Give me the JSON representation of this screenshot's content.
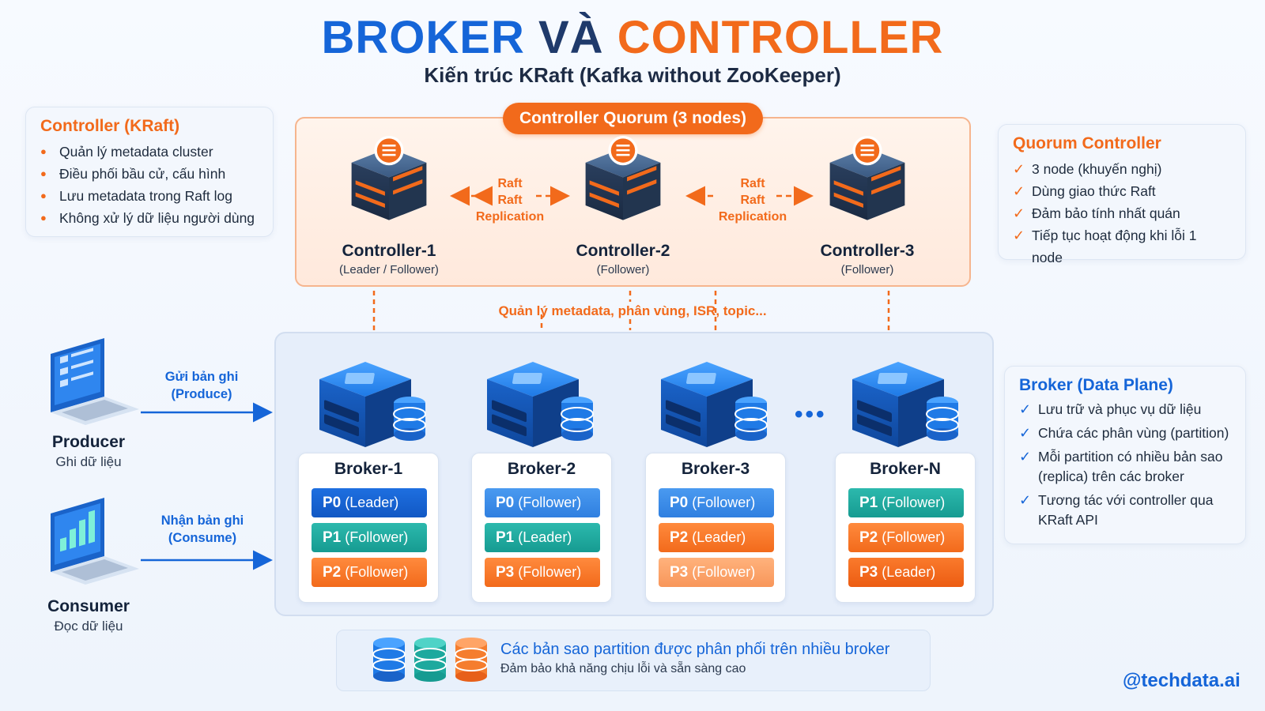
{
  "title": {
    "part1": "BROKER",
    "part2": "VÀ",
    "part3": "CONTROLLER"
  },
  "subtitle": "Kiến trúc KRaft (Kafka without ZooKeeper)",
  "controller_card": {
    "heading": "Controller (KRaft)",
    "items": [
      "Quản lý metadata cluster",
      "Điều phối bầu cử, cấu hình",
      "Lưu metadata trong Raft log",
      "Không xử lý dữ liệu người dùng"
    ]
  },
  "quorum_card": {
    "heading": "Quorum Controller",
    "items": [
      "3 node (khuyến nghị)",
      "Dùng giao thức Raft",
      "Đảm bảo tính nhất quán",
      "Tiếp tục hoạt động khi lỗi 1 node"
    ]
  },
  "broker_card": {
    "heading": "Broker (Data Plane)",
    "items": [
      "Lưu trữ và phục vụ dữ liệu",
      "Chứa các phân vùng (partition)",
      "Mỗi partition có nhiều bản sao (replica) trên các broker",
      "Tương tác với controller qua KRaft API"
    ]
  },
  "quorum": {
    "label": "Controller Quorum (3 nodes)",
    "controllers": [
      {
        "name": "Controller-1",
        "role": "(Leader / Follower)"
      },
      {
        "name": "Controller-2",
        "role": "(Follower)"
      },
      {
        "name": "Controller-3",
        "role": "(Follower)"
      }
    ],
    "raft_links": [
      {
        "line1": "Raft",
        "line2": "Raft",
        "line3": "Replication"
      },
      {
        "line1": "Raft",
        "line2": "Raft",
        "line3": "Replication"
      }
    ]
  },
  "metadata_label": "Quản lý metadata, phân vùng, ISR, topic...",
  "brokers": [
    {
      "name": "Broker-1",
      "partitions": [
        {
          "id": "P0",
          "role": "(Leader)",
          "color": "#1565d8"
        },
        {
          "id": "P1",
          "role": "(Follower)",
          "color": "#169b91"
        },
        {
          "id": "P2",
          "role": "(Follower)",
          "color": "#f26a1b"
        }
      ]
    },
    {
      "name": "Broker-2",
      "partitions": [
        {
          "id": "P0",
          "role": "(Follower)",
          "color": "#2f7fe0"
        },
        {
          "id": "P1",
          "role": "(Leader)",
          "color": "#169b91"
        },
        {
          "id": "P3",
          "role": "(Follower)",
          "color": "#f26a1b"
        }
      ]
    },
    {
      "name": "Broker-3",
      "partitions": [
        {
          "id": "P0",
          "role": "(Follower)",
          "color": "#2f7fe0"
        },
        {
          "id": "P2",
          "role": "(Leader)",
          "color": "#f26a1b"
        },
        {
          "id": "P3",
          "role": "(Follower)",
          "color": "#f8965a"
        }
      ]
    },
    {
      "name": "Broker-N",
      "partitions": [
        {
          "id": "P1",
          "role": "(Follower)",
          "color": "#169b91"
        },
        {
          "id": "P2",
          "role": "(Follower)",
          "color": "#f26a1b"
        },
        {
          "id": "P3",
          "role": "(Leader)",
          "color": "#ec5c12"
        }
      ]
    }
  ],
  "ellipsis": "•••",
  "producer": {
    "name": "Producer",
    "sub": "Ghi dữ liệu",
    "flow_line1": "Gửi bản ghi",
    "flow_line2": "(Produce)"
  },
  "consumer": {
    "name": "Consumer",
    "sub": "Đọc dữ liệu",
    "flow_line1": "Nhận bản ghi",
    "flow_line2": "(Consume)"
  },
  "note": {
    "title": "Các bản sao partition được phân phối trên nhiều broker",
    "subtitle": "Đảm bảo khả năng chịu lỗi và sẵn sàng cao"
  },
  "handle": "@techdata.ai",
  "colors": {
    "blue": "#1565d8",
    "orange": "#f26a1b",
    "teal": "#169b91"
  }
}
